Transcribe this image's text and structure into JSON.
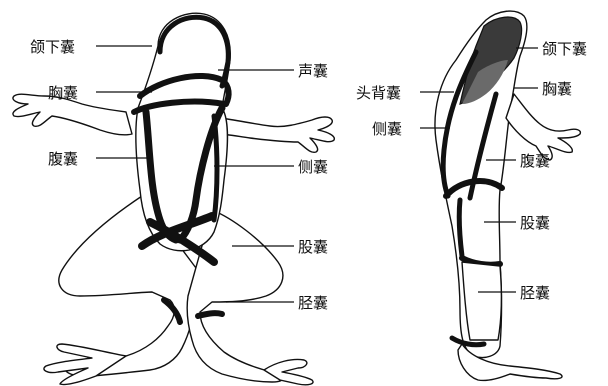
{
  "ventral_view": {
    "labels": {
      "mandibular_sac": "颌下囊",
      "vocal_sac": "声囊",
      "pectoral_sac": "胸囊",
      "abdominal_sac": "腹囊",
      "lateral_sac": "侧囊",
      "femoral_sac": "股囊",
      "crural_sac": "胫囊"
    }
  },
  "lateral_view": {
    "labels": {
      "head_dorsal_sac": "头背囊",
      "lateral_sac": "侧囊",
      "mandibular_sac": "颌下囊",
      "pectoral_sac": "胸囊",
      "abdominal_sac": "腹囊",
      "femoral_sac": "股囊",
      "crural_sac": "胫囊"
    }
  }
}
